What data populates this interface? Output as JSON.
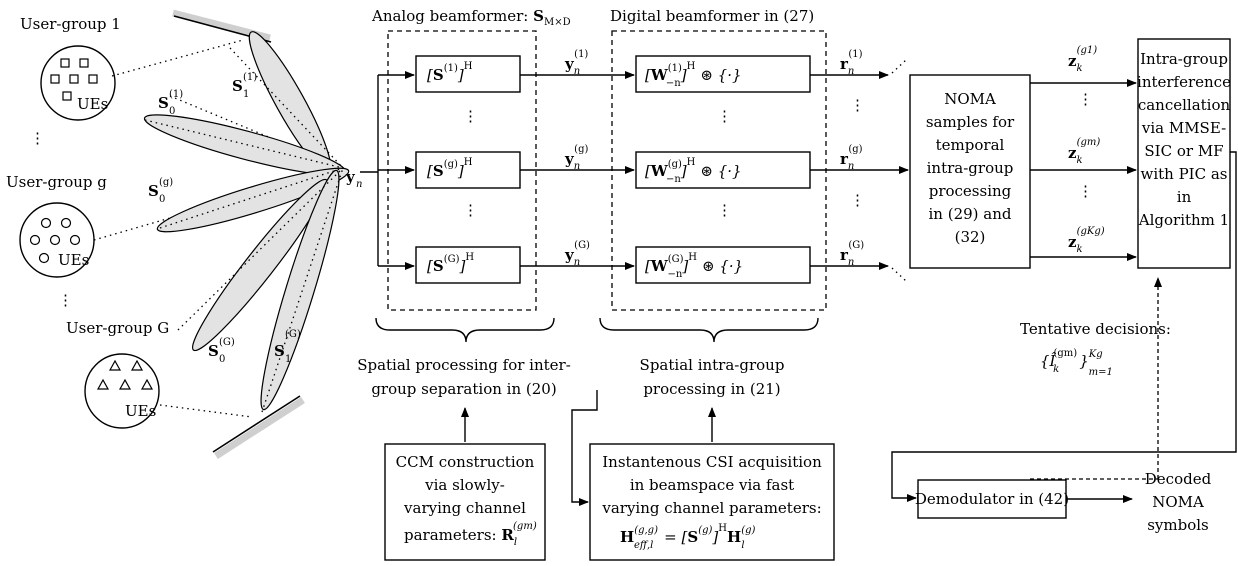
{
  "groups": {
    "group1_label": "User-group 1",
    "groupg_label": "User-group g",
    "groupG_label": "User-group G",
    "ues_label": "UEs"
  },
  "beams": {
    "S1_1": "S",
    "S1_1_sub": "1",
    "S1_1_sup": "(1)",
    "S0_1": "S",
    "S0_1_sub": "0",
    "S0_1_sup": "(1)",
    "S0_g": "S",
    "S0_g_sub": "0",
    "S0_g_sup": "(g)",
    "S0_G": "S",
    "S0_G_sub": "0",
    "S0_G_sup": "(G)",
    "S1_G": "S",
    "S1_G_sub": "1",
    "S1_G_sup": "(G)"
  },
  "yn": {
    "base": "y",
    "sub": "n"
  },
  "analog": {
    "title_prefix": "Analog beamformer: ",
    "title_math": "S",
    "title_sub": "M×D",
    "box1": "[S(1)]H",
    "box1_base": "S",
    "box1_sup": "(1)",
    "boxg_sup": "(g)",
    "boxG_sup": "(G)",
    "H": "H"
  },
  "digital": {
    "title": "Digital beamformer in (27)",
    "W": "W",
    "sub": "−n",
    "sup1": "(1)",
    "supg": "(g)",
    "supG": "(G)",
    "op": "⊛ {·}"
  },
  "signals": {
    "y1": "(1)",
    "yg": "(g)",
    "yG": "(G)",
    "r1": "(1)",
    "rg": "(g)",
    "rG": "(G)",
    "z1": "(g1)",
    "zm": "(gm)",
    "zK": "(gKg)"
  },
  "noma_box": [
    "NOMA",
    "samples for",
    "temporal",
    "intra-group",
    "processing",
    "in (29) and",
    "(32)"
  ],
  "ic_box": [
    "Intra-group",
    "interference",
    "cancellation",
    "via MMSE-",
    "SIC or MF",
    "with PIC as",
    "in",
    "Algorithm 1"
  ],
  "spatial_inter": [
    "Spatial processing for inter-",
    "group separation in (20)"
  ],
  "spatial_intra": [
    "Spatial intra-group",
    "processing in (21)"
  ],
  "ccm_box": [
    "CCM construction",
    "via slowly-",
    "varying channel",
    "parameters: "
  ],
  "ccm_math": {
    "base": "R",
    "sub": "l",
    "sup": "(gm)"
  },
  "csi_box": [
    "Instantenous CSI acquisition",
    "in beamspace via fast",
    "varying channel parameters:"
  ],
  "csi_math": "H(g,g)eff,l = [S(g)]H H(g)l",
  "tentative": {
    "title": "Tentative decisions:",
    "math": "{Î(gm)k}Kgm=1"
  },
  "demod": "Demodulator in (42)",
  "decoded": [
    "Decoded",
    "NOMA",
    "symbols"
  ]
}
